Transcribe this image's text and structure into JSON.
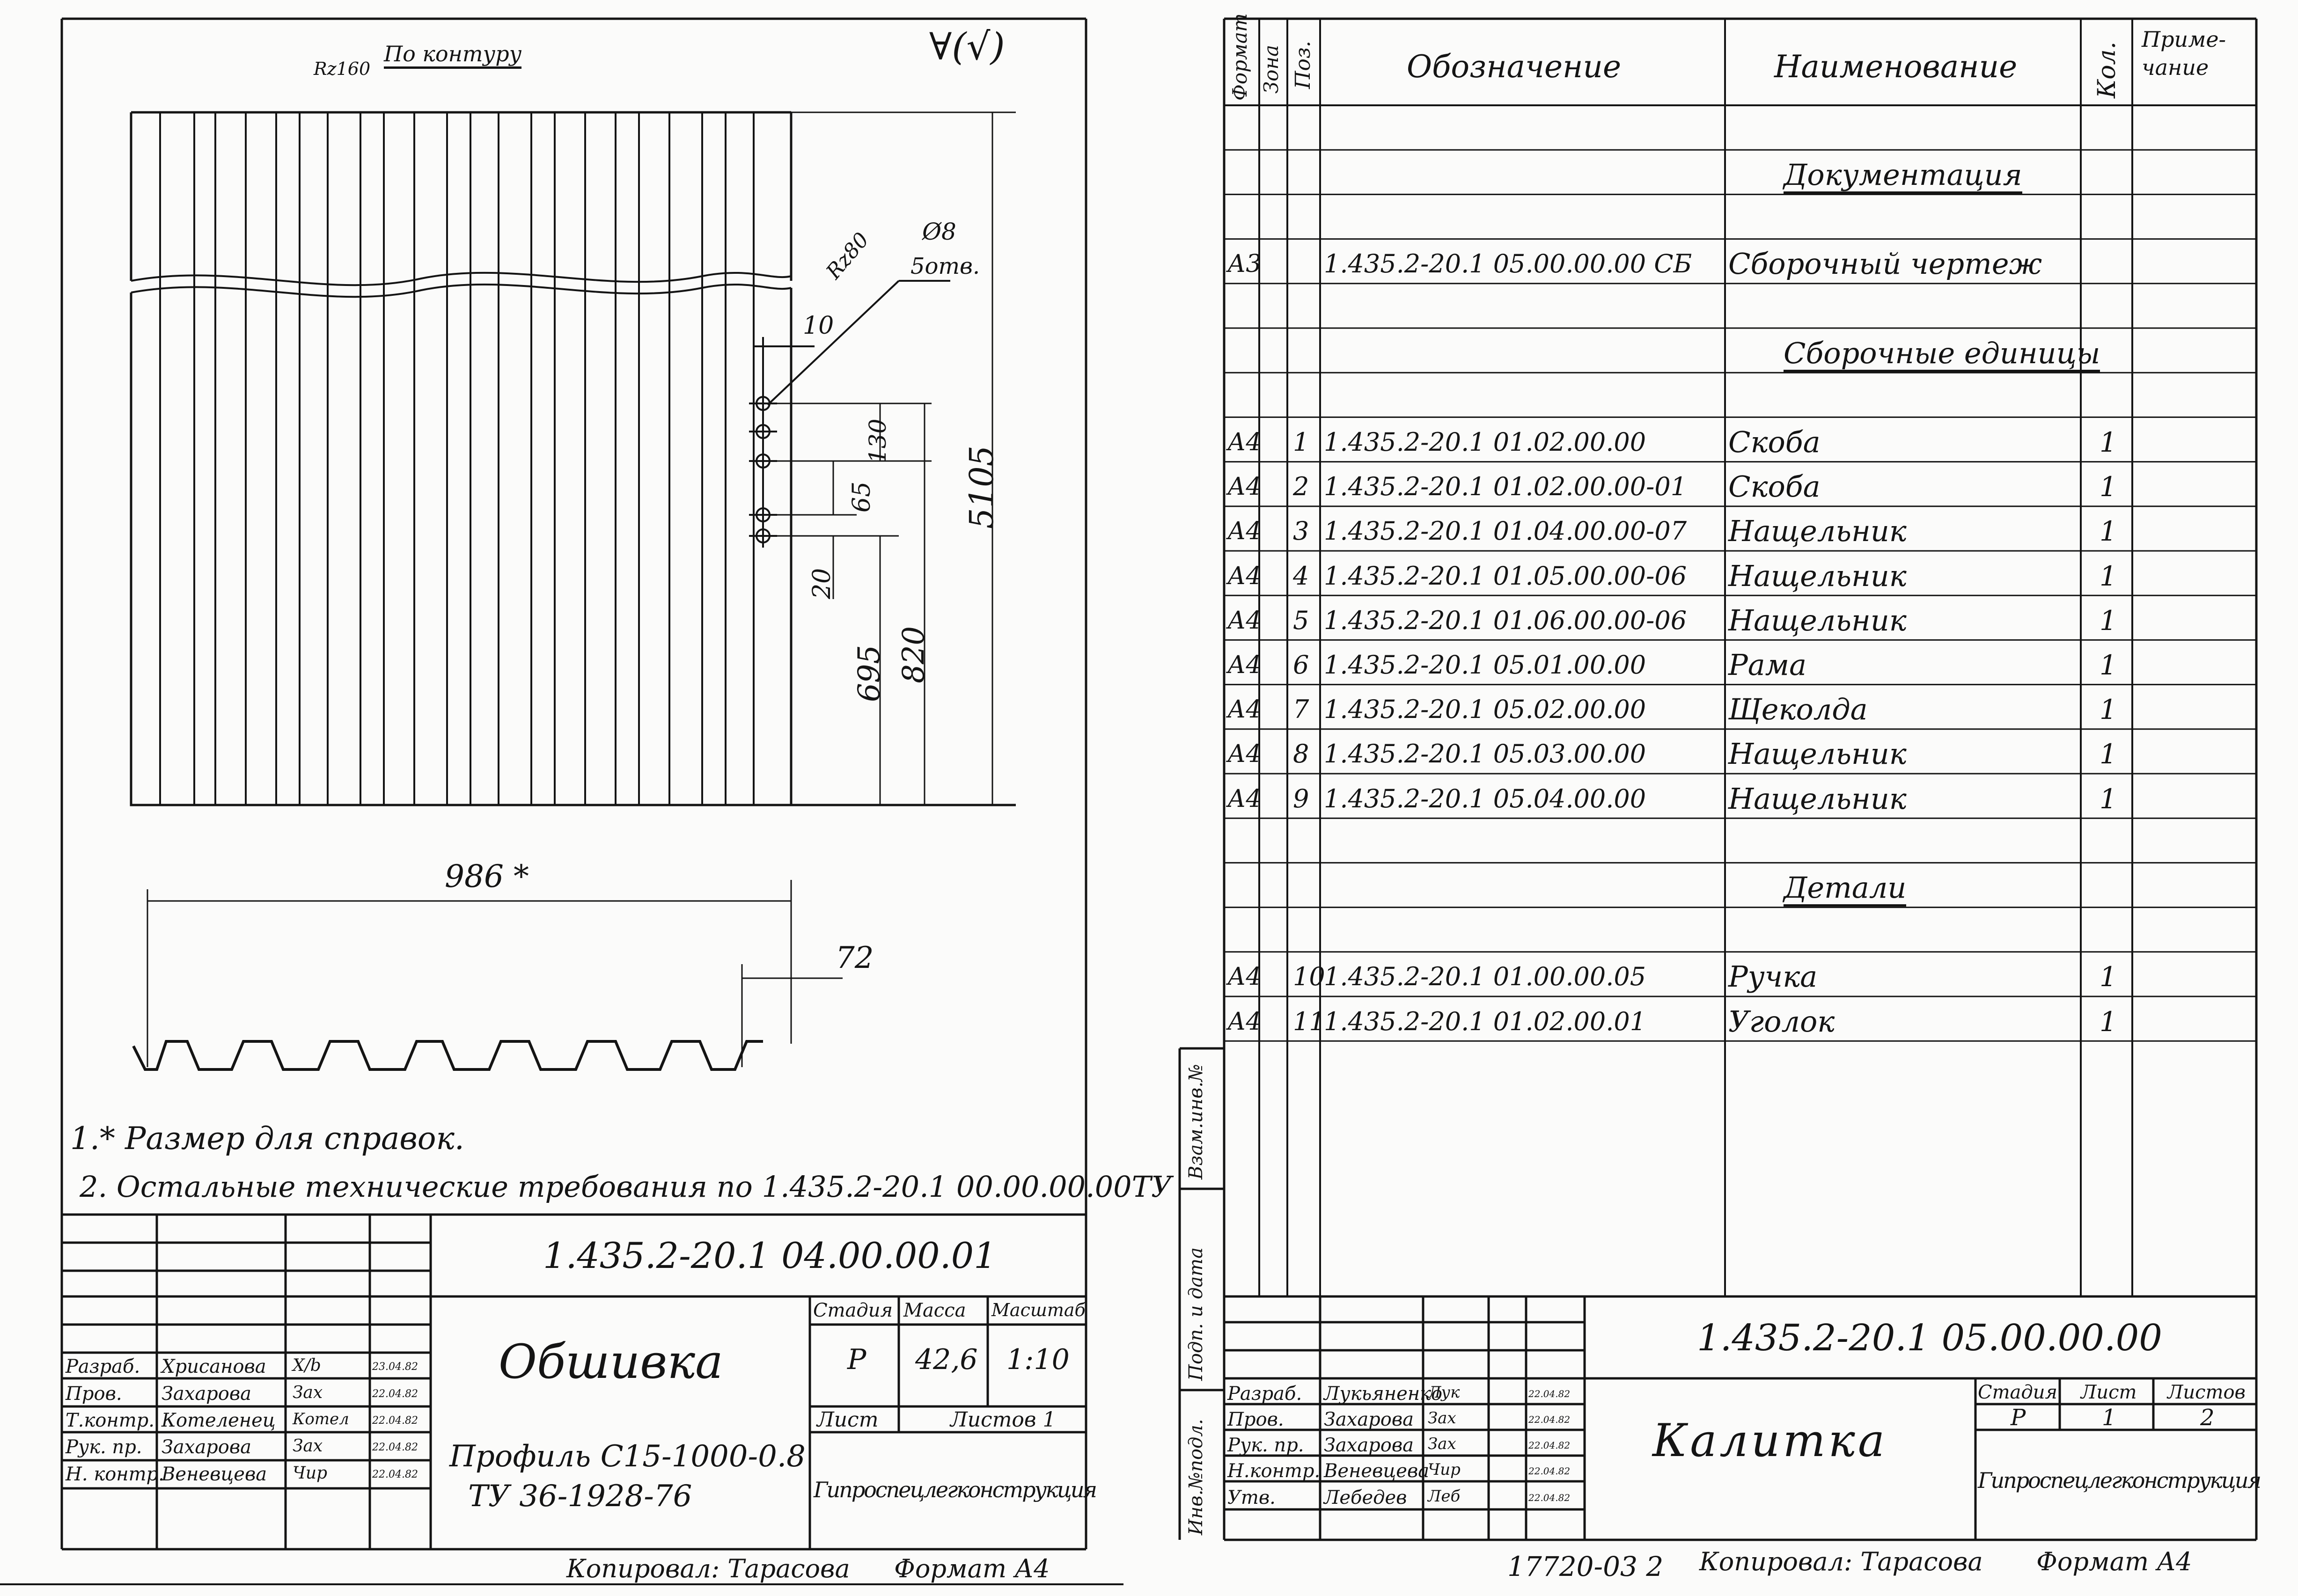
{
  "left_sheet": {
    "roughness_note": "Rz160",
    "contour_note": "По контуру",
    "roughness_symbol": "∀(√)",
    "hole_roughness": "Rz80",
    "hole_diameter": "Ø8",
    "hole_count": "5отв.",
    "dims": {
      "d10": "10",
      "d130": "130",
      "d65": "65",
      "d20": "20",
      "d695": "695",
      "d820": "820",
      "d5105": "5105",
      "d986": "986 *",
      "d72": "72"
    },
    "notes": [
      "1.* Размер для справок.",
      "2. Остальные технические требования по 1.435.2-20.1 00.00.00.00ТУ"
    ],
    "title_block": {
      "designation": "1.435.2-20.1 04.00.00.01",
      "name": "Обшивка",
      "material_line1": "Профиль С15-1000-0.8",
      "material_line2": "ТУ 36-1928-76",
      "stage_label": "Стадия",
      "mass_label": "Масса",
      "scale_label": "Масштаб",
      "stage": "Р",
      "mass": "42,6",
      "scale": "1:10",
      "sheet_label": "Лист",
      "sheets_label": "Листов 1",
      "organization": "Гипроспецлегконструкция",
      "signers": [
        {
          "role": "Разраб.",
          "name": "Хрисанова",
          "sign": "Х/b",
          "date": "23.04.82"
        },
        {
          "role": "Пров.",
          "name": "Захарова",
          "sign": "Зах",
          "date": "22.04.82"
        },
        {
          "role": "Т.контр.",
          "name": "Котеленец",
          "sign": "Котел",
          "date": "22.04.82"
        },
        {
          "role": "Рук. пр.",
          "name": "Захарова",
          "sign": "Зах",
          "date": "22.04.82"
        },
        {
          "role": "Н. контр.",
          "name": "Веневцева",
          "sign": "Чир",
          "date": "22.04.82"
        }
      ]
    },
    "footer_copied": "Копировал: Тарасова",
    "footer_format": "Формат А4"
  },
  "right_sheet": {
    "headers": {
      "format": "Формат",
      "zone": "Зона",
      "pos": "Поз.",
      "designation": "Обозначение",
      "name": "Наименование",
      "qty": "Кол.",
      "note": "Приме- чание"
    },
    "rows": [
      {
        "format": "",
        "pos": "",
        "designation": "",
        "name": "",
        "qty": "",
        "section": false
      },
      {
        "format": "",
        "pos": "",
        "designation": "",
        "name": "Документация",
        "qty": "",
        "section": true
      },
      {
        "format": "",
        "pos": "",
        "designation": "",
        "name": "",
        "qty": "",
        "section": false
      },
      {
        "format": "А3",
        "pos": "",
        "designation": "1.435.2-20.1 05.00.00.00 СБ",
        "name": "Сборочный чертеж",
        "qty": "",
        "section": false
      },
      {
        "format": "",
        "pos": "",
        "designation": "",
        "name": "",
        "qty": "",
        "section": false
      },
      {
        "format": "",
        "pos": "",
        "designation": "",
        "name": "Сборочные единицы",
        "qty": "",
        "section": true
      },
      {
        "format": "",
        "pos": "",
        "designation": "",
        "name": "",
        "qty": "",
        "section": false
      },
      {
        "format": "А4",
        "pos": "1",
        "designation": "1.435.2-20.1 01.02.00.00",
        "name": "Скоба",
        "qty": "1",
        "section": false
      },
      {
        "format": "А4",
        "pos": "2",
        "designation": "1.435.2-20.1 01.02.00.00-01",
        "name": "Скоба",
        "qty": "1",
        "section": false
      },
      {
        "format": "А4",
        "pos": "3",
        "designation": "1.435.2-20.1 01.04.00.00-07",
        "name": "Нащельник",
        "qty": "1",
        "section": false
      },
      {
        "format": "А4",
        "pos": "4",
        "designation": "1.435.2-20.1 01.05.00.00-06",
        "name": "Нащельник",
        "qty": "1",
        "section": false
      },
      {
        "format": "А4",
        "pos": "5",
        "designation": "1.435.2-20.1 01.06.00.00-06",
        "name": "Нащельник",
        "qty": "1",
        "section": false
      },
      {
        "format": "А4",
        "pos": "6",
        "designation": "1.435.2-20.1 05.01.00.00",
        "name": "Рама",
        "qty": "1",
        "section": false
      },
      {
        "format": "А4",
        "pos": "7",
        "designation": "1.435.2-20.1 05.02.00.00",
        "name": "Щеколда",
        "qty": "1",
        "section": false
      },
      {
        "format": "А4",
        "pos": "8",
        "designation": "1.435.2-20.1 05.03.00.00",
        "name": "Нащельник",
        "qty": "1",
        "section": false
      },
      {
        "format": "А4",
        "pos": "9",
        "designation": "1.435.2-20.1 05.04.00.00",
        "name": "Нащельник",
        "qty": "1",
        "section": false
      },
      {
        "format": "",
        "pos": "",
        "designation": "",
        "name": "",
        "qty": "",
        "section": false
      },
      {
        "format": "",
        "pos": "",
        "designation": "",
        "name": "Детали",
        "qty": "",
        "section": true
      },
      {
        "format": "",
        "pos": "",
        "designation": "",
        "name": "",
        "qty": "",
        "section": false
      },
      {
        "format": "А4",
        "pos": "10",
        "designation": "1.435.2-20.1 01.00.00.05",
        "name": "Ручка",
        "qty": "1",
        "section": false
      },
      {
        "format": "А4",
        "pos": "11",
        "designation": "1.435.2-20.1 01.02.00.01",
        "name": "Уголок",
        "qty": "1",
        "section": false
      }
    ],
    "side_labels": [
      "Инв.№подл.",
      "Подп. и дата",
      "Взам.инв.№"
    ],
    "title_block": {
      "designation": "1.435.2-20.1 05.00.00.00",
      "name": "Калитка",
      "stage_label": "Стадия",
      "sheet_label": "Лист",
      "sheets_label": "Листов",
      "stage": "Р",
      "sheet": "1",
      "sheets": "2",
      "organization": "Гипроспецлегконструкция",
      "signers": [
        {
          "role": "Разраб.",
          "name": "Лукьяненко",
          "sign": "Лук",
          "date": "22.04.82"
        },
        {
          "role": "Пров.",
          "name": "Захарова",
          "sign": "Зах",
          "date": "22.04.82"
        },
        {
          "role": "Рук. пр.",
          "name": "Захарова",
          "sign": "Зах",
          "date": "22.04.82"
        },
        {
          "role": "Н.контр.",
          "name": "Веневцева",
          "sign": "Чир",
          "date": "22.04.82"
        },
        {
          "role": "Утв.",
          "name": "Лебедев",
          "sign": "Леб",
          "date": "22.04.82"
        }
      ]
    },
    "footer_number": "17720-03 2",
    "footer_copied": "Копировал: Тарасова",
    "footer_format": "Формат А4"
  }
}
